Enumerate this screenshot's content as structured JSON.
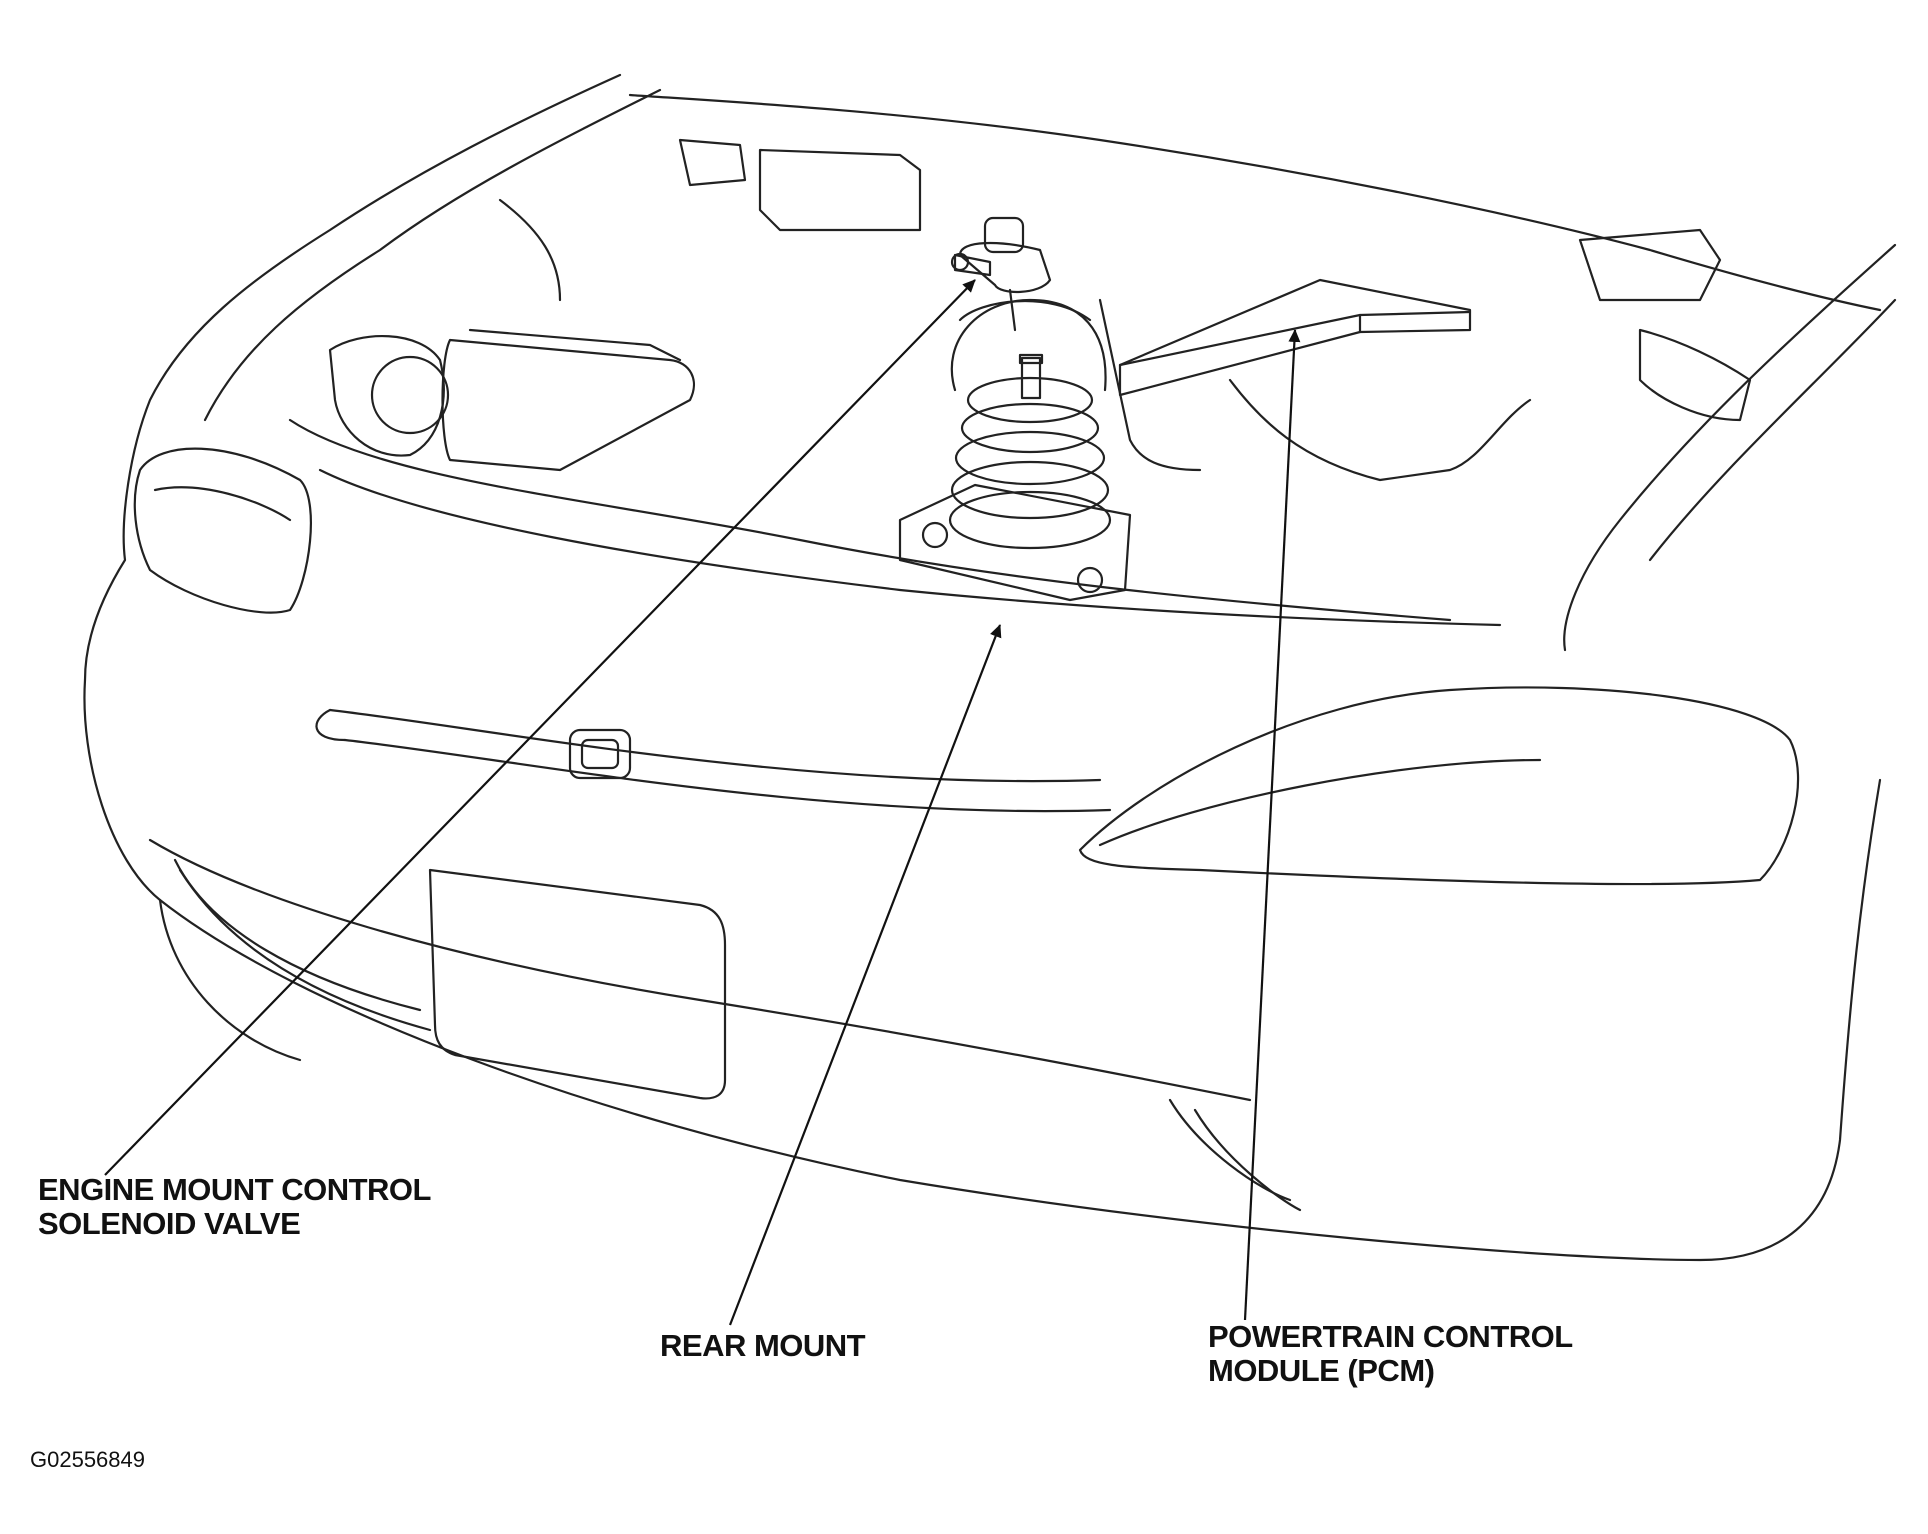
{
  "labels": {
    "solenoid_line1": "ENGINE MOUNT CONTROL",
    "solenoid_line2": "SOLENOID VALVE",
    "rear_mount": "REAR MOUNT",
    "pcm_line1": "POWERTRAIN CONTROL",
    "pcm_line2": "MODULE (PCM)"
  },
  "figure_code": "G02556849",
  "colors": {
    "ink": "#111111",
    "background": "#ffffff"
  }
}
